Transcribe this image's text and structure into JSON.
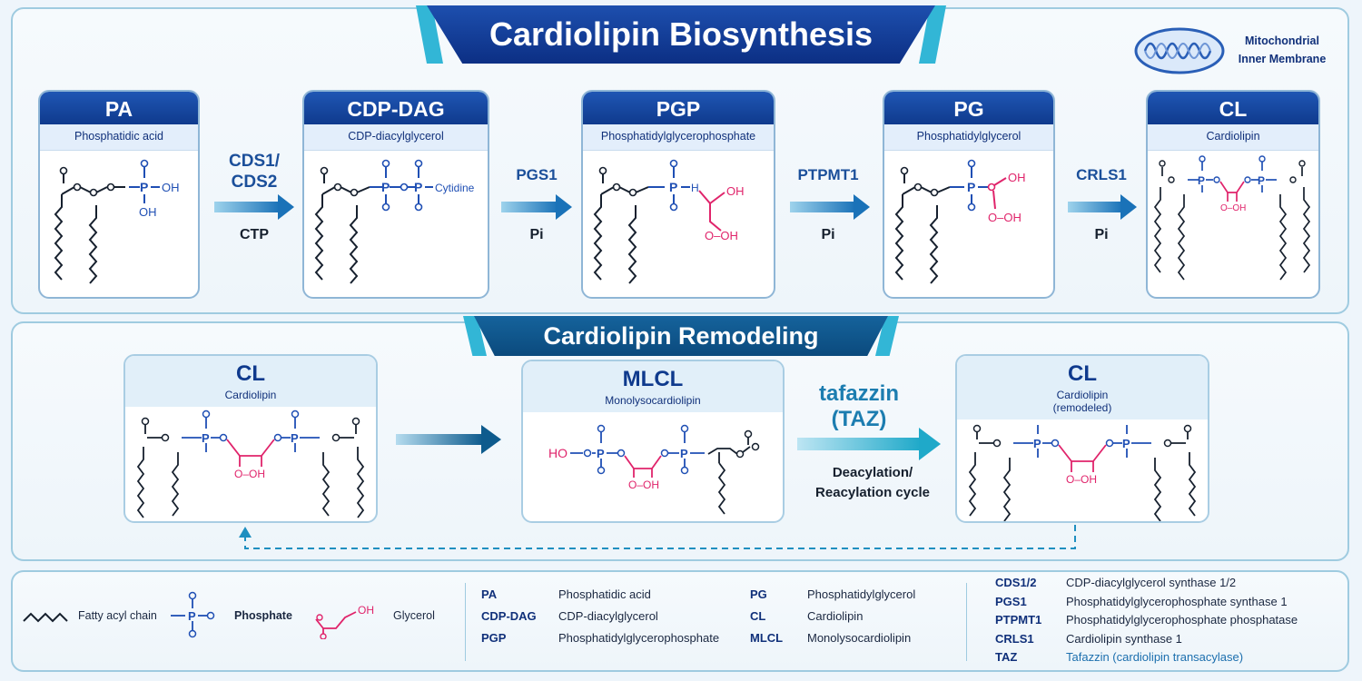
{
  "title": "Cardiolipin Biosynthesis",
  "membrane_label_line1": "Mitochondrial",
  "membrane_label_line2": "Inner Membrane",
  "biosynthesis": {
    "cards": [
      {
        "abbr": "PA",
        "name": "Phosphatidic acid"
      },
      {
        "abbr": "CDP-DAG",
        "name": "CDP-diacylglycerol"
      },
      {
        "abbr": "PGP",
        "name": "Phosphatidylglycerophosphate"
      },
      {
        "abbr": "PG",
        "name": "Phosphatidylglycerol"
      },
      {
        "abbr": "CL",
        "name": "Cardiolipin"
      }
    ],
    "steps": [
      {
        "enzyme_line1": "CDS1/",
        "enzyme_line2": "CDS2",
        "cofactor": "CTP"
      },
      {
        "enzyme_line1": "PGS1",
        "enzyme_line2": "",
        "cofactor": "Pi"
      },
      {
        "enzyme_line1": "PTPMT1",
        "enzyme_line2": "",
        "cofactor": "Pi"
      },
      {
        "enzyme_line1": "CRLS1",
        "enzyme_line2": "",
        "cofactor": "Pi"
      }
    ]
  },
  "remodeling": {
    "title": "Cardiolipin Remodeling",
    "cards": [
      {
        "abbr": "CL",
        "name": "Cardiolipin",
        "note": ""
      },
      {
        "abbr": "MLCL",
        "name": "Monolysocardiolipin",
        "note": ""
      },
      {
        "abbr": "CL",
        "name": "Cardiolipin",
        "note": "(remodeled)"
      }
    ],
    "enzyme_line1": "tafazzin",
    "enzyme_line2": "(TAZ)",
    "cycle_line1": "Deacylation/",
    "cycle_line2": "Reacylation cycle"
  },
  "structure_labels": {
    "oh": "OH",
    "ho": "HO",
    "o_oh": "O–OH",
    "cytidine": "Cytidine"
  },
  "legend": {
    "symbols": [
      {
        "label": "Fatty acyl chain",
        "icon": "zigzag-chain"
      },
      {
        "label": "Phosphate",
        "icon": "phosphate-group"
      },
      {
        "label": "Glycerol",
        "icon": "glycerol-group"
      }
    ],
    "abbreviations_col1": [
      {
        "abbr": "PA",
        "full": "Phosphatidic acid"
      },
      {
        "abbr": "CDP-DAG",
        "full": "CDP-diacylglycerol"
      },
      {
        "abbr": "PGP",
        "full": "Phosphatidylglycerophosphate"
      }
    ],
    "abbreviations_col2": [
      {
        "abbr": "PG",
        "full": "Phosphatidylglycerol"
      },
      {
        "abbr": "CL",
        "full": "Cardiolipin"
      },
      {
        "abbr": "MLCL",
        "full": "Monolysocardiolipin"
      }
    ],
    "enzymes": [
      {
        "abbr": "CDS1/2",
        "full": "CDP-diacylglycerol synthase 1/2"
      },
      {
        "abbr": "PGS1",
        "full": "Phosphatidylglycerophosphate synthase 1"
      },
      {
        "abbr": "PTPMT1",
        "full": "Phosphatidylglycerophosphate phosphatase"
      },
      {
        "abbr": "CRLS1",
        "full": "Cardiolipin synthase 1"
      },
      {
        "abbr": "TAZ",
        "full": "Tafazzin (cardiolipin transacylase)"
      }
    ]
  },
  "colors": {
    "navy": "#0f3a8d",
    "phosphate_blue": "#1f4fb4",
    "glycerol_pink": "#e0246b",
    "arrow_teal": "#1f9bc7"
  }
}
